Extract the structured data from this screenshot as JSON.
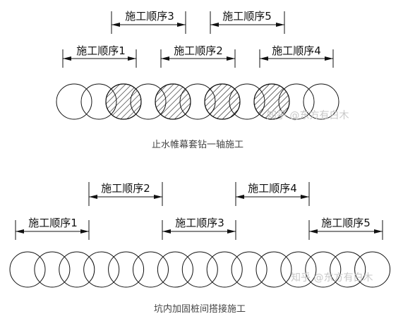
{
  "diagram1": {
    "caption": "止水帷幕套钻一轴施工",
    "steps": [
      {
        "label": "施工顺序1"
      },
      {
        "label": "施工顺序2"
      },
      {
        "label": "施工顺序3"
      },
      {
        "label": "施工顺序4"
      },
      {
        "label": "施工顺序5"
      }
    ],
    "pile_count": 11,
    "hatched_piles": [
      3,
      5,
      7,
      9
    ]
  },
  "diagram2": {
    "caption": "坑内加固桩间搭接施工",
    "steps": [
      {
        "label": "施工顺序1"
      },
      {
        "label": "施工顺序2"
      },
      {
        "label": "施工顺序3"
      },
      {
        "label": "施工顺序4"
      },
      {
        "label": "施工顺序5"
      }
    ],
    "pile_count": 15
  },
  "watermark": "知乎 @东方有白木",
  "colors": {
    "line": "#111111",
    "caption": "#444444",
    "watermark": "#c8c8c8"
  }
}
